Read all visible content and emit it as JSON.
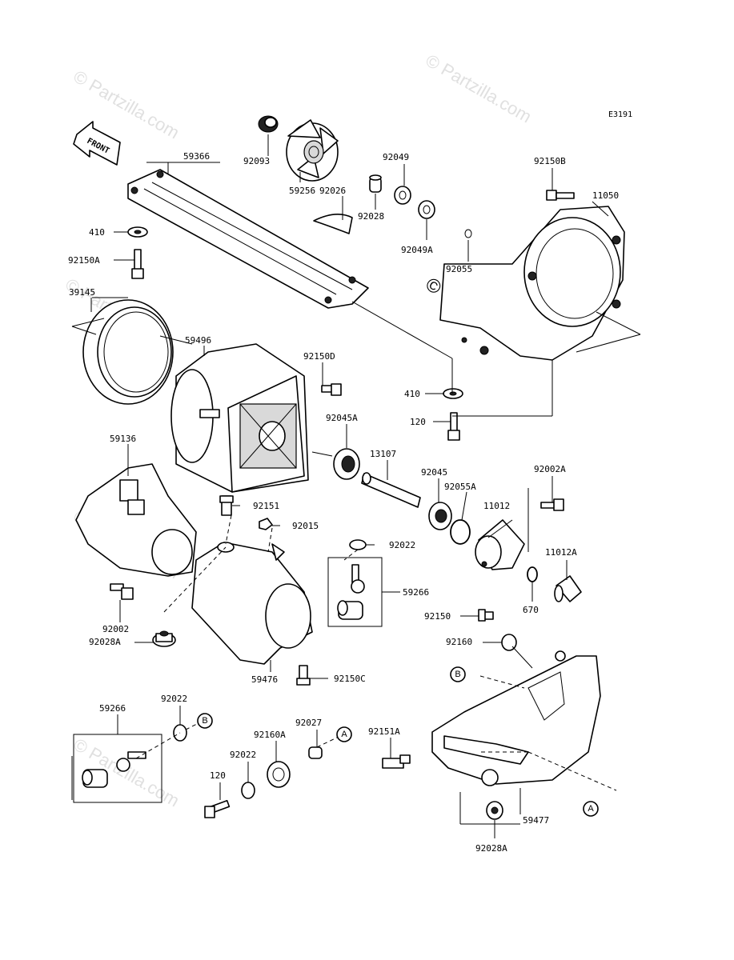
{
  "diagram_ref": "E3191",
  "front_label": "FRONT",
  "watermark": "© Partzilla.com",
  "callout_a": "A",
  "callout_b": "B",
  "parts": [
    {
      "id": "p59366",
      "label": "59366"
    },
    {
      "id": "p92093",
      "label": "92093"
    },
    {
      "id": "p59256",
      "label": "59256"
    },
    {
      "id": "p92026",
      "label": "92026"
    },
    {
      "id": "p92028",
      "label": "92028"
    },
    {
      "id": "p92049",
      "label": "92049"
    },
    {
      "id": "p92049A",
      "label": "92049A"
    },
    {
      "id": "p92055",
      "label": "92055"
    },
    {
      "id": "p92150B",
      "label": "92150B"
    },
    {
      "id": "p11050",
      "label": "11050"
    },
    {
      "id": "p410a",
      "label": "410"
    },
    {
      "id": "p92150A",
      "label": "92150A"
    },
    {
      "id": "p39145",
      "label": "39145"
    },
    {
      "id": "p59496",
      "label": "59496"
    },
    {
      "id": "p92150D",
      "label": "92150D"
    },
    {
      "id": "p410b",
      "label": "410"
    },
    {
      "id": "p120a",
      "label": "120"
    },
    {
      "id": "p92045A",
      "label": "92045A"
    },
    {
      "id": "p59136",
      "label": "59136"
    },
    {
      "id": "p13107",
      "label": "13107"
    },
    {
      "id": "p92045",
      "label": "92045"
    },
    {
      "id": "p92002A",
      "label": "92002A"
    },
    {
      "id": "p92055A",
      "label": "92055A"
    },
    {
      "id": "p11012",
      "label": "11012"
    },
    {
      "id": "p92151",
      "label": "92151"
    },
    {
      "id": "p92015",
      "label": "92015"
    },
    {
      "id": "p92022a",
      "label": "92022"
    },
    {
      "id": "p11012A",
      "label": "11012A"
    },
    {
      "id": "p59266a",
      "label": "59266"
    },
    {
      "id": "p670",
      "label": "670"
    },
    {
      "id": "p92150",
      "label": "92150"
    },
    {
      "id": "p92002",
      "label": "92002"
    },
    {
      "id": "p92028A",
      "label": "92028A"
    },
    {
      "id": "p92160",
      "label": "92160"
    },
    {
      "id": "p59476",
      "label": "59476"
    },
    {
      "id": "p92150C",
      "label": "92150C"
    },
    {
      "id": "p59266b",
      "label": "59266"
    },
    {
      "id": "p92022b",
      "label": "92022"
    },
    {
      "id": "p92027",
      "label": "92027"
    },
    {
      "id": "p92160A",
      "label": "92160A"
    },
    {
      "id": "p92151A",
      "label": "92151A"
    },
    {
      "id": "p92022c",
      "label": "92022"
    },
    {
      "id": "p120b",
      "label": "120"
    },
    {
      "id": "p59477",
      "label": "59477"
    },
    {
      "id": "p92028A2",
      "label": "92028A"
    }
  ]
}
